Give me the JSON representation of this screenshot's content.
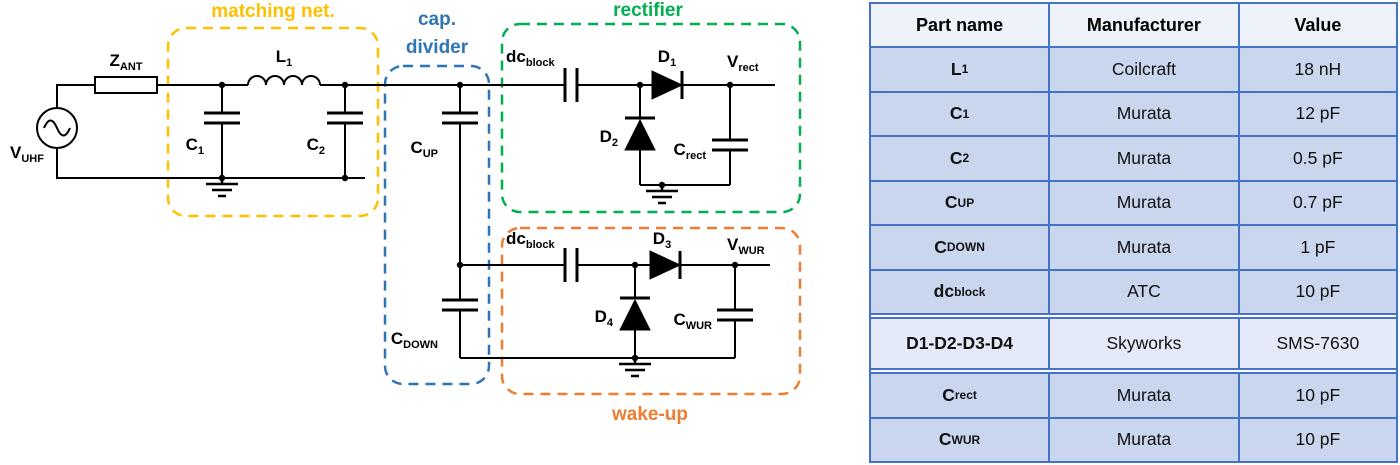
{
  "circuit": {
    "source": {
      "base": "V",
      "sub": "UHF"
    },
    "antenna": {
      "base": "Z",
      "sub": "ANT"
    },
    "sections": {
      "matching": {
        "label": "matching net.",
        "color": "#FFC000"
      },
      "cap_divider": {
        "line1": "cap.",
        "line2": "divider",
        "color": "#2E75B6"
      },
      "rectifier": {
        "label": "rectifier",
        "color": "#00B050"
      },
      "wake_up": {
        "label": "wake-up",
        "color": "#ED7D31"
      }
    },
    "labels": {
      "l1": {
        "base": "L",
        "sub": "1"
      },
      "c1": {
        "base": "C",
        "sub": "1"
      },
      "c2": {
        "base": "C",
        "sub": "2"
      },
      "cup": {
        "base": "C",
        "sub": "UP"
      },
      "cdown": {
        "base": "C",
        "sub": "DOWN"
      },
      "dcblock1": {
        "base": "dc",
        "sub": "block"
      },
      "dcblock2": {
        "base": "dc",
        "sub": "block"
      },
      "d1": {
        "base": "D",
        "sub": "1"
      },
      "d2": {
        "base": "D",
        "sub": "2"
      },
      "d3": {
        "base": "D",
        "sub": "3"
      },
      "d4": {
        "base": "D",
        "sub": "4"
      },
      "crect": {
        "base": "C",
        "sub": "rect"
      },
      "cwur": {
        "base": "C",
        "sub": "WUR"
      },
      "vrect": {
        "base": "V",
        "sub": "rect",
        "color": "#00B050"
      },
      "vwur": {
        "base": "V",
        "sub": "WUR",
        "color": "#ED7D31"
      }
    }
  },
  "table": {
    "headers": [
      "Part name",
      "Manufacturer",
      "Value"
    ],
    "border_color": "#4472C4",
    "rows": [
      {
        "part": {
          "base": "L",
          "sub": "1"
        },
        "manufacturer": "Coilcraft",
        "value": "18 nH"
      },
      {
        "part": {
          "base": "C",
          "sub": "1"
        },
        "manufacturer": "Murata",
        "value": "12 pF"
      },
      {
        "part": {
          "base": "C",
          "sub": "2"
        },
        "manufacturer": "Murata",
        "value": "0.5 pF"
      },
      {
        "part": {
          "base": "C",
          "sub": "UP"
        },
        "manufacturer": "Murata",
        "value": "0.7 pF"
      },
      {
        "part": {
          "base": "C",
          "sub": "DOWN"
        },
        "manufacturer": "Murata",
        "value": "1 pF"
      },
      {
        "part": {
          "base": "dc",
          "sub": "block"
        },
        "manufacturer": "ATC",
        "value": "10 pF"
      },
      {
        "part": {
          "base": "D1-D2-D3-D4",
          "sub": ""
        },
        "manufacturer": "Skyworks",
        "value": "SMS-7630"
      },
      {
        "part": {
          "base": "C",
          "sub": "rect"
        },
        "manufacturer": "Murata",
        "value": "10 pF"
      },
      {
        "part": {
          "base": "C",
          "sub": "WUR"
        },
        "manufacturer": "Murata",
        "value": "10 pF"
      }
    ]
  }
}
